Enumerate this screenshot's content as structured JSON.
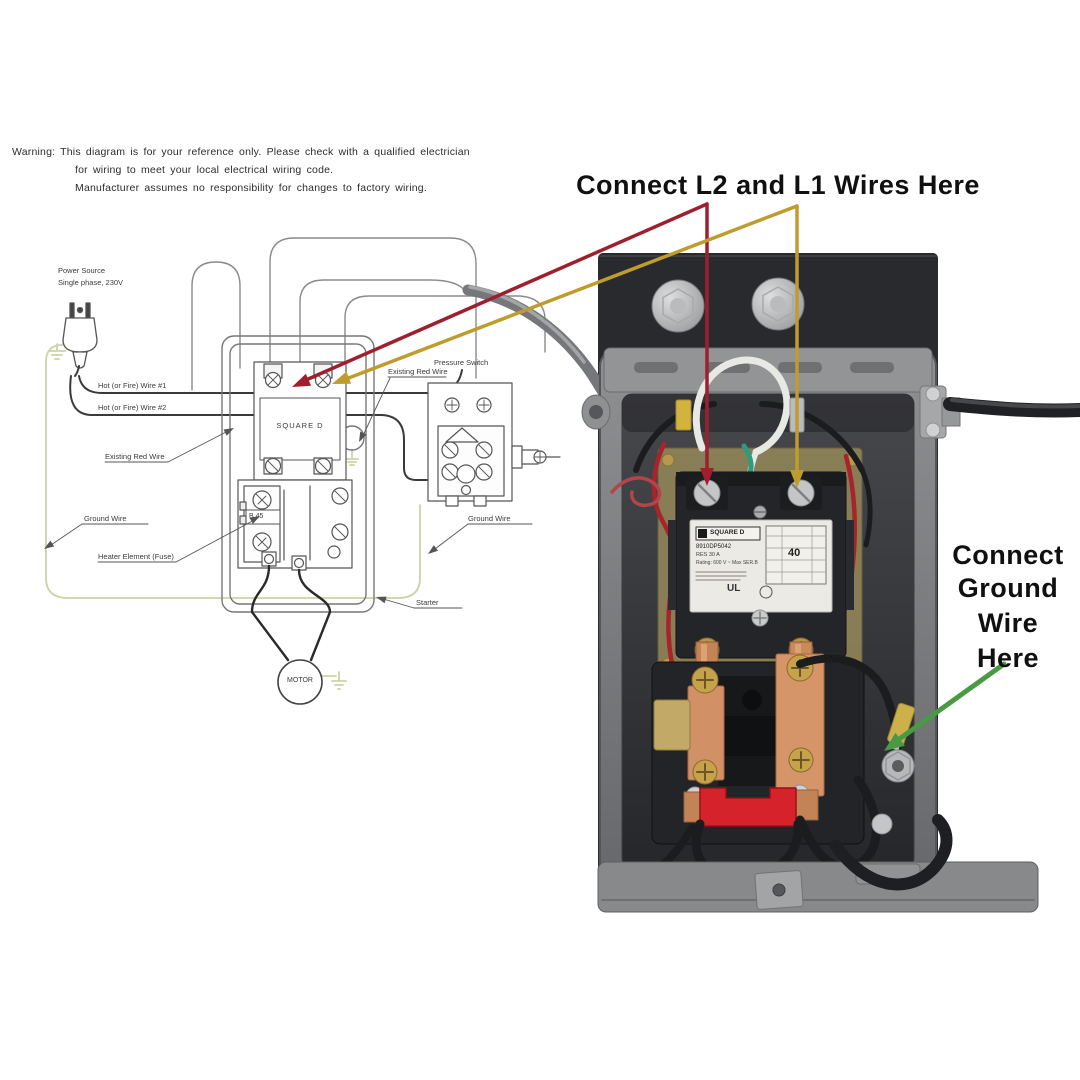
{
  "title": {
    "connect_l1_l2": "Connect L2 and L1 Wires Here",
    "connect_ground": [
      "Connect",
      "Ground",
      "Wire",
      "Here"
    ]
  },
  "warning": {
    "lines": [
      "Warning: This diagram is for your reference only. Please check with a qualified electrician",
      "for wiring to meet your local electrical wiring code.",
      "Manufacturer assumes no responsibility for changes to factory wiring."
    ]
  },
  "schematic": {
    "power_source": {
      "line1": "Power Source",
      "line2": "Single phase, 230V"
    },
    "hot_wire_1": "Hot (or Fire) Wire #1",
    "hot_wire_2": "Hot (or Fire) Wire #2",
    "existing_red_wire_left": "Existing Red Wire",
    "existing_red_wire_right": "Existing Red Wire",
    "ground_wire_left": "Ground Wire",
    "ground_wire_right": "Ground Wire",
    "heater_element": "Heater Element (Fuse)",
    "pressure_switch": "Pressure Switch",
    "starter": "Starter",
    "motor": "MOTOR",
    "contactor_brand": "SQUARE D",
    "heater_code": "B 45"
  },
  "photo": {
    "contactor_label": {
      "brand": "SQUARE D",
      "part": "8910DP5042",
      "amps": "RES 30 A",
      "rating": "Rating: 600 V ~ Max SER.B",
      "fla": "40",
      "ul": "UL"
    }
  },
  "colors": {
    "arrow_red": "#9e1f2e",
    "arrow_yellow": "#bf9c2e",
    "arrow_green": "#4a9a44",
    "ground_wire_pale": "#c9d4a7",
    "reset_button_red": "#d6232b",
    "copper": "#c48257",
    "enclosure_gray": "#77797b",
    "backplate_dark": "#282a2e"
  }
}
